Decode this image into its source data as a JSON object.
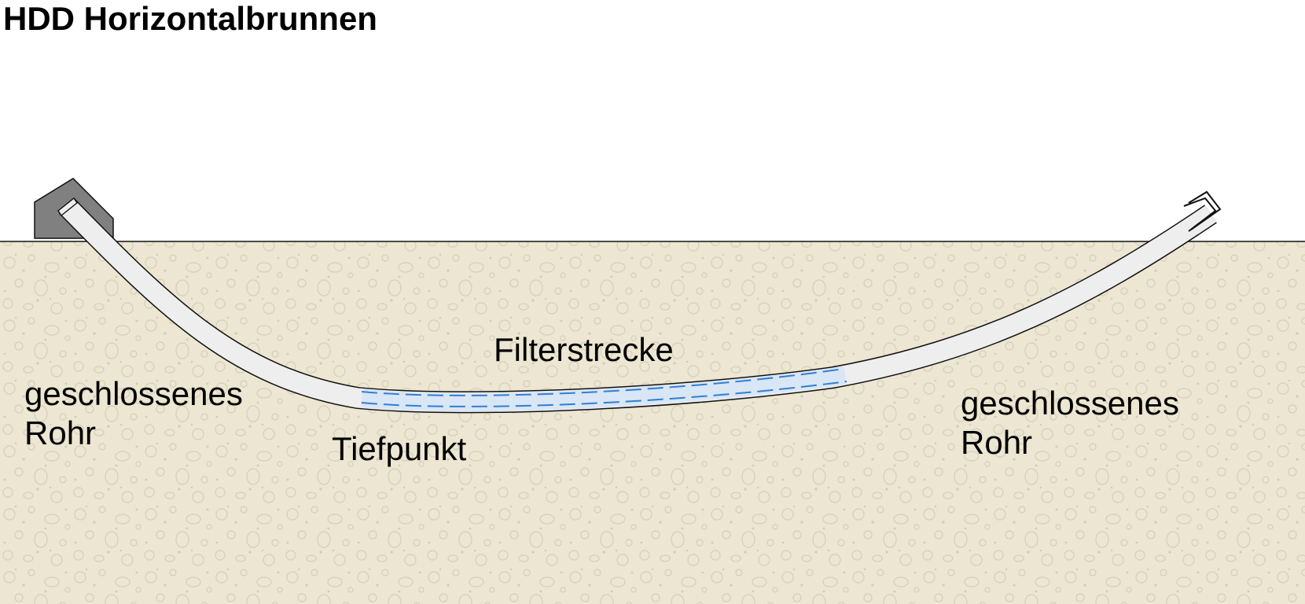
{
  "title": "HDD Horizontalbrunnen",
  "labels": {
    "closed_pipe_left_line1": "geschlossenes",
    "closed_pipe_left_line2": "Rohr",
    "closed_pipe_right_line1": "geschlossenes",
    "closed_pipe_right_line2": "Rohr",
    "filter_section": "Filterstrecke",
    "low_point": "Tiefpunkt"
  },
  "colors": {
    "ground": "#ece6d2",
    "ground_speckle": "#d8d1bb",
    "pipe_fill": "#eeeeee",
    "pipe_outline": "#111111",
    "filter_fill": "#d9e6f5",
    "filter_slots": "#2f7fd4",
    "wellhead": "#808080"
  }
}
